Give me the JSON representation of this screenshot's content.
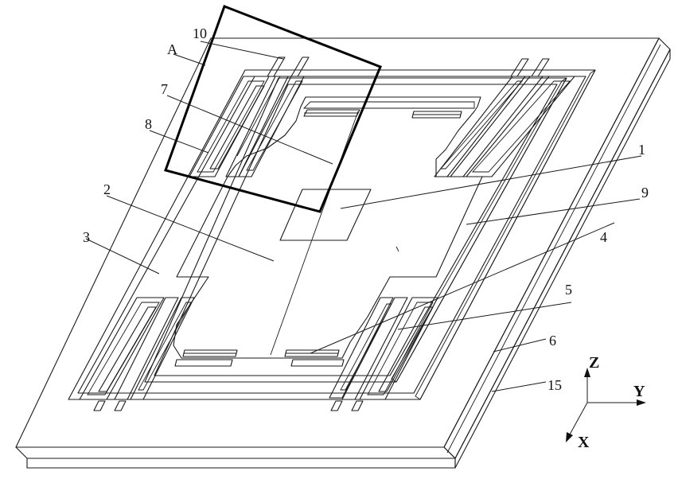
{
  "labels": {
    "A": "A",
    "n1": "1",
    "n2": "2",
    "n3": "3",
    "n4": "4",
    "n5": "5",
    "n6": "6",
    "n7": "7",
    "n8": "8",
    "n9": "9",
    "n10": "10",
    "n15": "15"
  },
  "axes": {
    "z": "Z",
    "y": "Y",
    "x": "X"
  }
}
